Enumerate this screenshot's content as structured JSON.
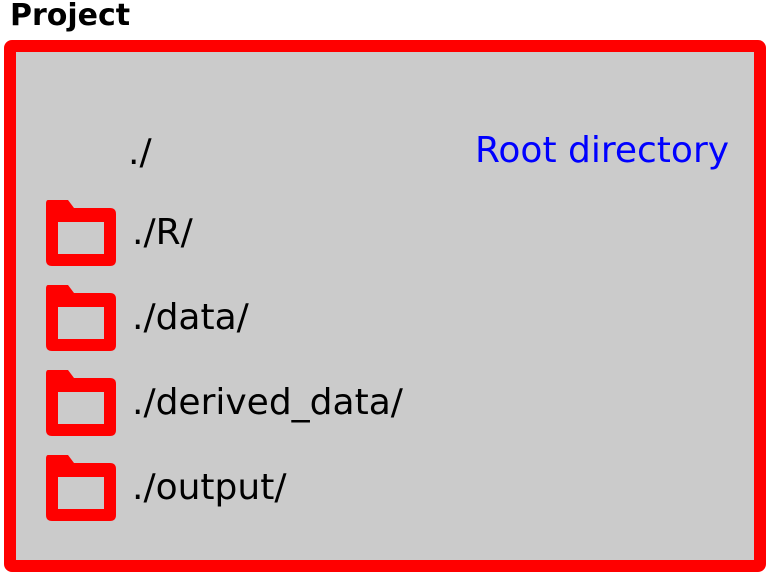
{
  "title": "Project",
  "root": {
    "path": "./",
    "annotation": "Root directory"
  },
  "directories": [
    {
      "path": "./R/",
      "icon": "folder-icon"
    },
    {
      "path": "./data/",
      "icon": "folder-icon"
    },
    {
      "path": "./derived_data/",
      "icon": "folder-icon"
    },
    {
      "path": "./output/",
      "icon": "folder-icon"
    }
  ],
  "colors": {
    "frame": "#ff0000",
    "fill": "#cbcbcb",
    "annotation": "#0000ff",
    "folder": "#ff0000"
  }
}
